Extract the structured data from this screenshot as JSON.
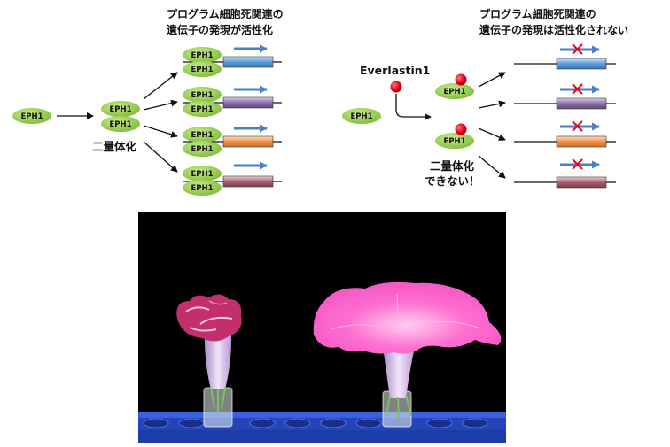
{
  "left_panel": {
    "title_line1": "プログラム細胞死関連の",
    "title_line2": "遺伝子の発現が活性化",
    "protein_label": "EPH1",
    "dimer_label": "二量体化"
  },
  "right_panel": {
    "title_line1": "プログラム細胞死関連の",
    "title_line2": "遺伝子の発現は活性化されない",
    "protein_label": "EPH1",
    "inhibitor_label": "Everlastin1",
    "no_dimer_line1": "二量体化",
    "no_dimer_line2": "できない！"
  },
  "colors": {
    "protein": "#8cc63f",
    "inhibitor": "#e8001c",
    "arrow_blue": "#4a7fc4",
    "cross": "#e8001c",
    "gene_blue": "#5b9bd5",
    "gene_purple": "#8a6fa8",
    "gene_orange": "#f0914a",
    "gene_mauve": "#a86072",
    "photo_bg": "#000000",
    "tray": "#2a4cc8",
    "petal_left": "#c8306e",
    "petal_right": "#ff5ccc"
  }
}
